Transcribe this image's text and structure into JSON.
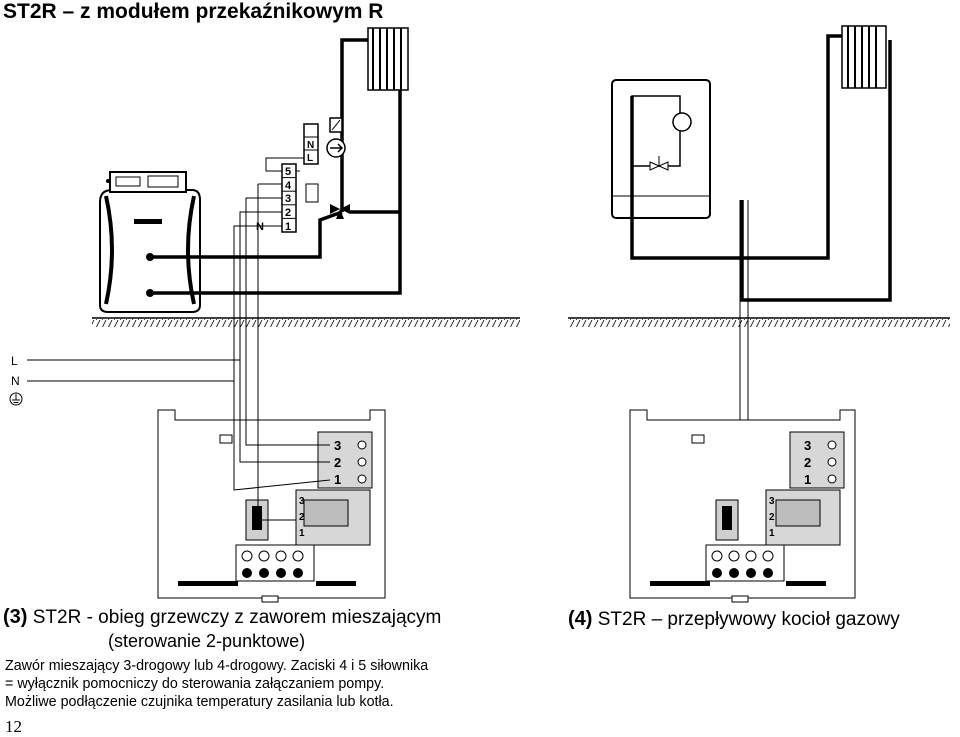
{
  "page": {
    "heading": "ST2R – z modułem przekaźnikowym R",
    "page_number": "12"
  },
  "power": {
    "line_label": "L",
    "neutral_label": "N"
  },
  "actuator": {
    "terminals": [
      "5",
      "4",
      "3",
      "2",
      "1"
    ],
    "neutral_label": "N",
    "pump_n_label": "N",
    "pump_l_label": "L"
  },
  "controller_terminals": {
    "upper": [
      "3",
      "2",
      "1"
    ],
    "lower": [
      "3",
      "2",
      "1"
    ]
  },
  "caption3": {
    "number": "(3)",
    "title": "ST2R - obieg grzewczy z zaworem mieszającym",
    "subtitle": "(sterowanie 2-punktowe)",
    "line1": "Zawór mieszający 3-drogowy lub 4-drogowy. Zaciski 4 i 5 siłownika",
    "line2": "= wyłącznik pomocniczy do sterowania załączaniem pompy.",
    "line3": "Możliwe podłączenie czujnika temperatury zasilania lub kotła."
  },
  "caption4": {
    "number": "(4)",
    "title": "ST2R – przepływowy kocioł gazowy"
  }
}
